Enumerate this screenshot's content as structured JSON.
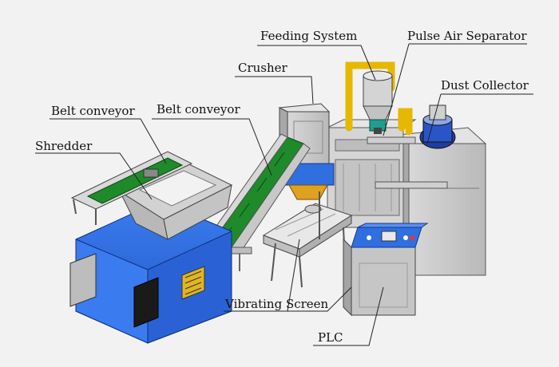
{
  "labels": {
    "feeding_system": "Feeding System",
    "pulse_air_separator": "Pulse Air Separator",
    "crusher": "Crusher",
    "dust_collector": "Dust Collector",
    "belt_conveyor_left": "Belt conveyor",
    "belt_conveyor_right": "Belt conveyor",
    "shredder": "Shredder",
    "vibrating_screen": "Vibrating Screen",
    "plc": "PLC"
  },
  "colors": {
    "background": "#f2f2f2",
    "machine_blue": "#2f6fe0",
    "conveyor_green": "#1f8a2a",
    "pipe_yellow": "#f2cc1a",
    "panel_gray": "#c9c9c9",
    "teal_accent": "#1e9e8e",
    "blower_blue": "#1f3fa0"
  }
}
